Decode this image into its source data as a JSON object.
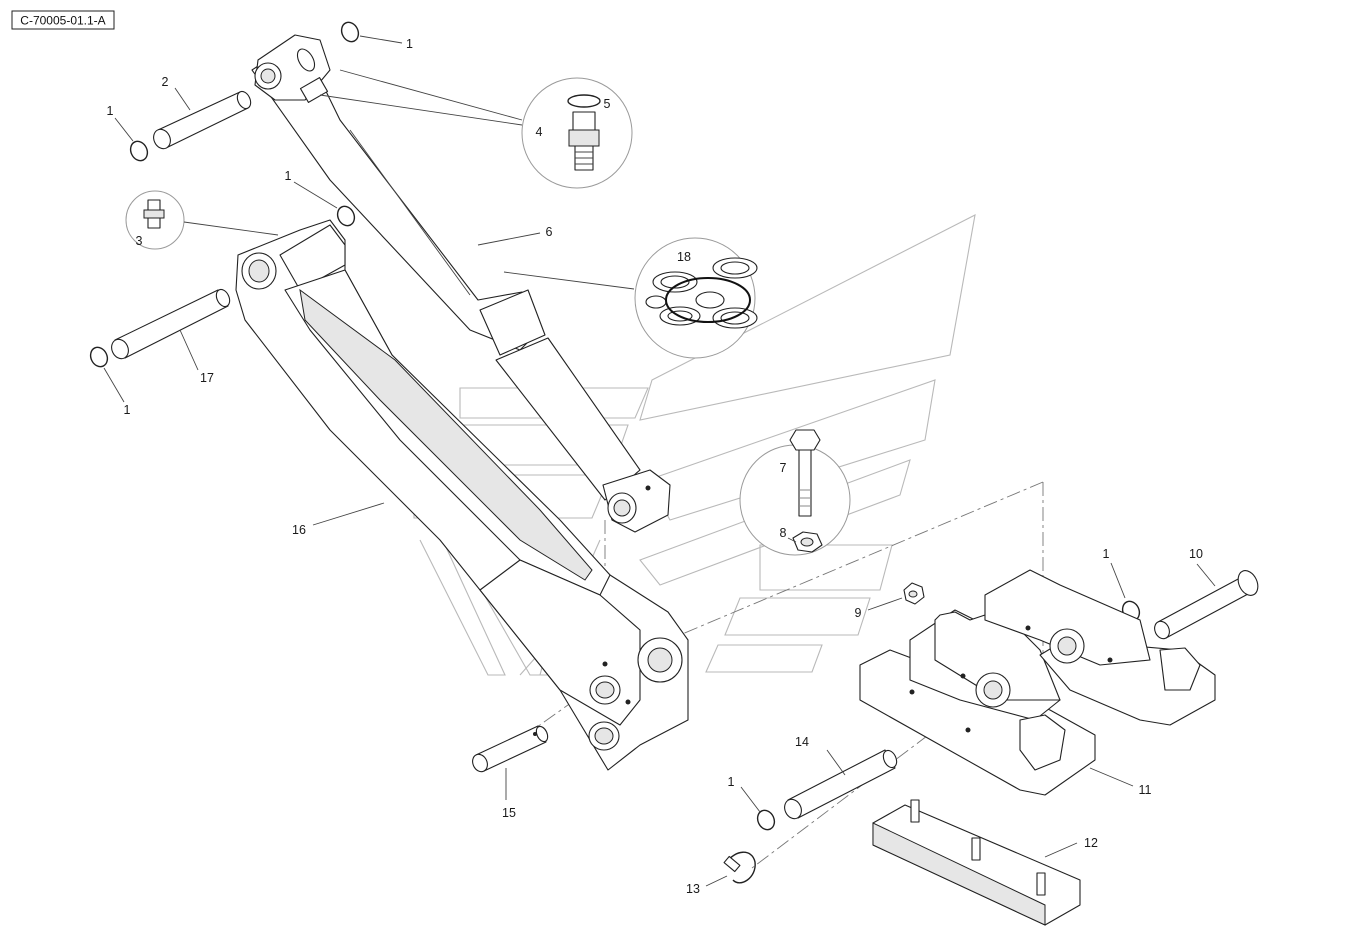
{
  "reference_code": "C-70005-01.1-A",
  "callouts": {
    "c1_top": "1",
    "c1_left": "1",
    "c1_mid": "1",
    "c1_bottom_left": "1",
    "c1_right": "1",
    "c1_lower": "1",
    "c2": "2",
    "c3": "3",
    "c4": "4",
    "c5": "5",
    "c6": "6",
    "c7": "7",
    "c8": "8",
    "c9": "9",
    "c10": "10",
    "c11": "11",
    "c12": "12",
    "c13": "13",
    "c14": "14",
    "c15": "15",
    "c16": "16",
    "c17": "17",
    "c18": "18"
  }
}
